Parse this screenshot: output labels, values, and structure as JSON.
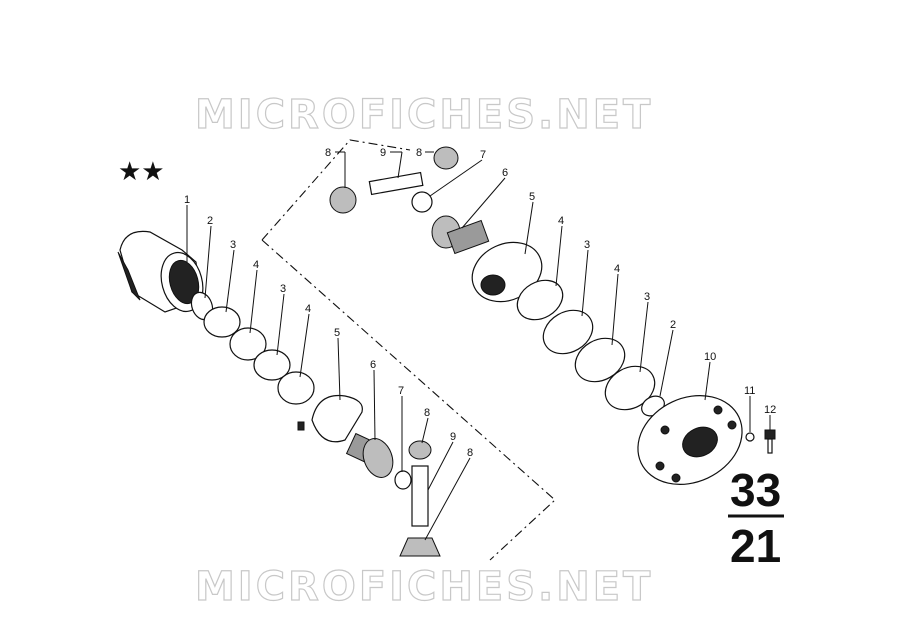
{
  "watermark": "MICROFICHES.NET",
  "marker": "★★",
  "group_main": "33",
  "group_sub": "21",
  "callouts": {
    "c1": "1",
    "c2a": "2",
    "c3a": "3",
    "c4a": "4",
    "c3b": "3",
    "c4b": "4",
    "c5a": "5",
    "c6a": "6",
    "c7a": "7",
    "c8a": "8",
    "c9a": "9",
    "c8b": "8",
    "c8c": "8",
    "c9b": "9",
    "c8d": "8",
    "c7b": "7",
    "c6b": "6",
    "c5b": "5",
    "c4c": "4",
    "c3c": "3",
    "c4d": "4",
    "c3d": "3",
    "c2b": "2",
    "c10": "10",
    "c11": "11",
    "c12": "12"
  }
}
